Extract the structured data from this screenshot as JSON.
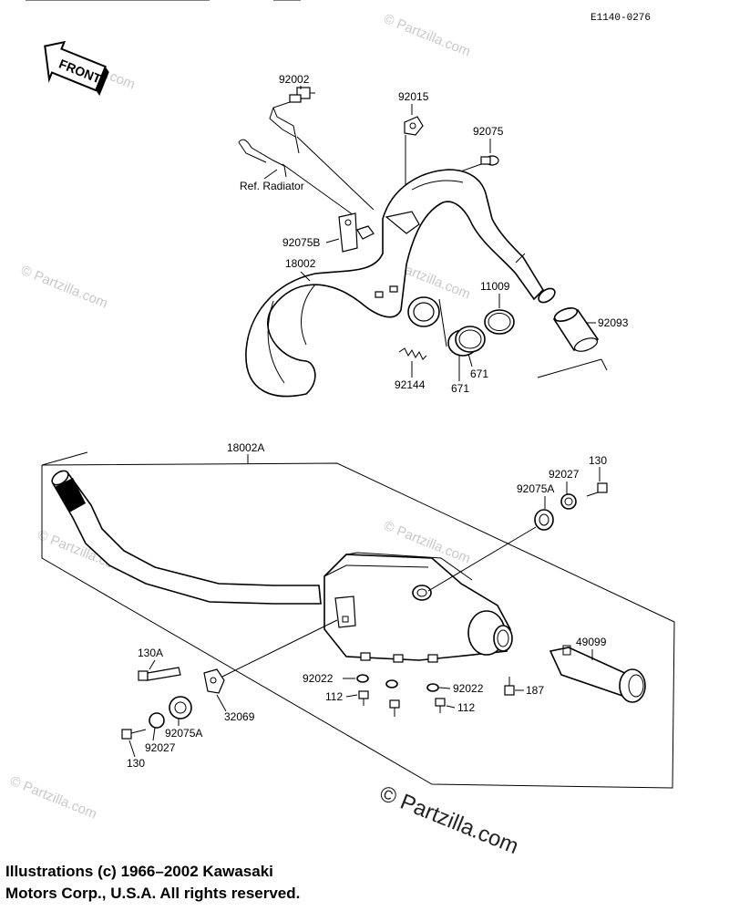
{
  "drawing_code": "E1140-0276",
  "front_label": "FRONT",
  "ref_label": "Ref. Radiator",
  "watermark": "© Partzilla.com",
  "watermark_big": "© Partzilla.com",
  "copyright": {
    "line1": "Illustrations (c) 1966–2002 Kawasaki",
    "line2": "Motors Corp., U.S.A.  All rights reserved."
  },
  "callouts": {
    "p92002": "92002",
    "p92015": "92015",
    "p92075_top": "92075",
    "p92075B": "92075B",
    "p18002": "18002",
    "p11009": "11009",
    "p92093": "92093",
    "p92144": "92144",
    "p671_a": "671",
    "p671_b": "671",
    "p18002A": "18002A",
    "p130_r": "130",
    "p92027_r": "92027",
    "p92075A_r": "92075A",
    "p49099": "49099",
    "p130A": "130A",
    "p32069": "32069",
    "p92075A_l": "92075A",
    "p92027_l": "92027",
    "p130_l": "130",
    "p92022_a": "92022",
    "p92022_b": "92022",
    "p112_a": "112",
    "p112_b": "112",
    "p187": "187"
  }
}
